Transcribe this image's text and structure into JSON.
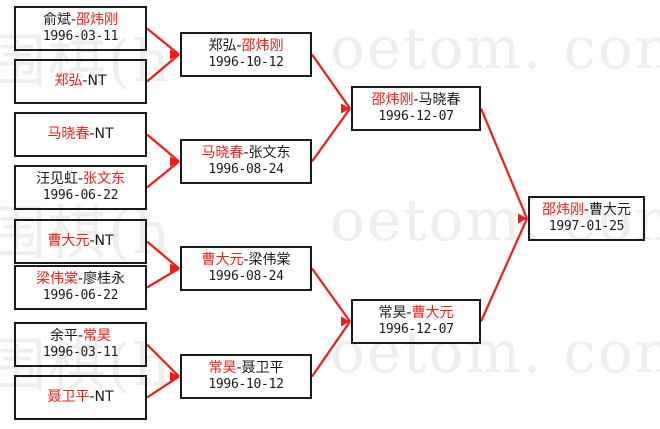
{
  "watermark": {
    "text_left": "围棋(h",
    "text_right": "oetom. com)"
  },
  "colors": {
    "winner": "#e8201c",
    "loser": "#1a1a1a",
    "connector": "#ee1c1c",
    "box_border": "#1a1a1a",
    "background": "#ffffff"
  },
  "bracket": {
    "round1": [
      {
        "left": "俞斌",
        "right": "邵炜刚",
        "winner": "right",
        "date": "1996-03-11"
      },
      {
        "left": "郑弘",
        "right": "NT",
        "winner": "left",
        "date": ""
      },
      {
        "left": "马晓春",
        "right": "NT",
        "winner": "left",
        "date": ""
      },
      {
        "left": "汪见虹",
        "right": "张文东",
        "winner": "right",
        "date": "1996-06-22"
      },
      {
        "left": "曹大元",
        "right": "NT",
        "winner": "left",
        "date": ""
      },
      {
        "left": "梁伟棠",
        "right": "廖桂永",
        "winner": "left",
        "date": "1996-06-22"
      },
      {
        "left": "余平",
        "right": "常昊",
        "winner": "right",
        "date": "1996-03-11"
      },
      {
        "left": "聂卫平",
        "right": "NT",
        "winner": "left",
        "date": ""
      }
    ],
    "round2": [
      {
        "left": "郑弘",
        "right": "邵炜刚",
        "winner": "right",
        "date": "1996-10-12"
      },
      {
        "left": "马晓春",
        "right": "张文东",
        "winner": "left",
        "date": "1996-08-24"
      },
      {
        "left": "曹大元",
        "right": "梁伟棠",
        "winner": "left",
        "date": "1996-08-24"
      },
      {
        "left": "常昊",
        "right": "聂卫平",
        "winner": "left",
        "date": "1996-10-12"
      }
    ],
    "round3": [
      {
        "left": "邵炜刚",
        "right": "马晓春",
        "winner": "left",
        "date": "1996-12-07"
      },
      {
        "left": "常昊",
        "right": "曹大元",
        "winner": "right",
        "date": "1996-12-07"
      }
    ],
    "round4": [
      {
        "left": "邵炜刚",
        "right": "曹大元",
        "winner": "left",
        "date": "1997-01-25"
      }
    ]
  }
}
